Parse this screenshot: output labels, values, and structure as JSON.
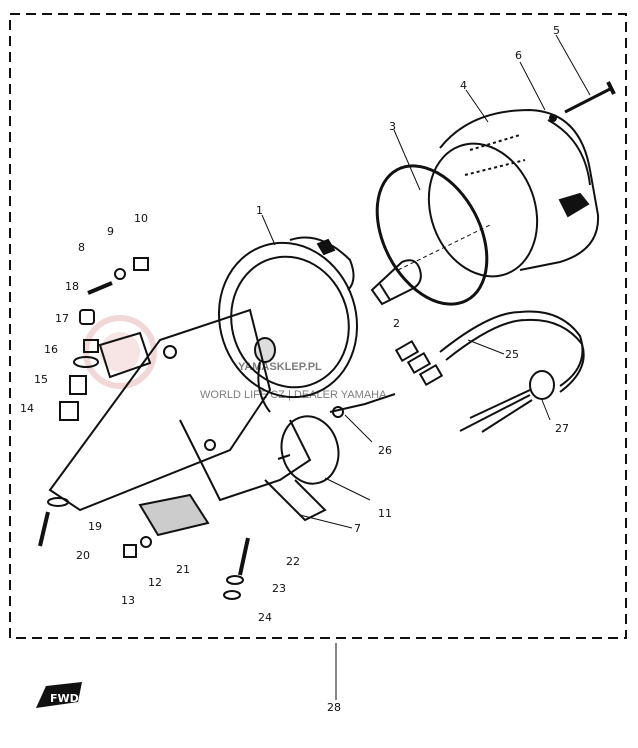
{
  "diagram": {
    "callouts": {
      "p1": "1",
      "p2": "2",
      "p3": "3",
      "p4": "4",
      "p5": "5",
      "p6": "6",
      "p7": "7",
      "p8": "8",
      "p9": "9",
      "p10": "10",
      "p11": "11",
      "p12": "12",
      "p13": "13",
      "p14": "14",
      "p15": "15",
      "p16": "16",
      "p17": "17",
      "p18": "18",
      "p19": "19",
      "p20": "20",
      "p21": "21",
      "p22": "22",
      "p23": "23",
      "p24": "24",
      "p25": "25",
      "p26": "26",
      "p27": "27",
      "p28": "28"
    },
    "fwd_badge": "FWD",
    "watermark": {
      "line1": "YAMASKLEP.PL",
      "line2": "WORLD LIFE CZ | DEALER YAMAHA"
    },
    "colors": {
      "ink": "#111111",
      "watermark": "#e9b7b7",
      "background": "#ffffff"
    }
  }
}
